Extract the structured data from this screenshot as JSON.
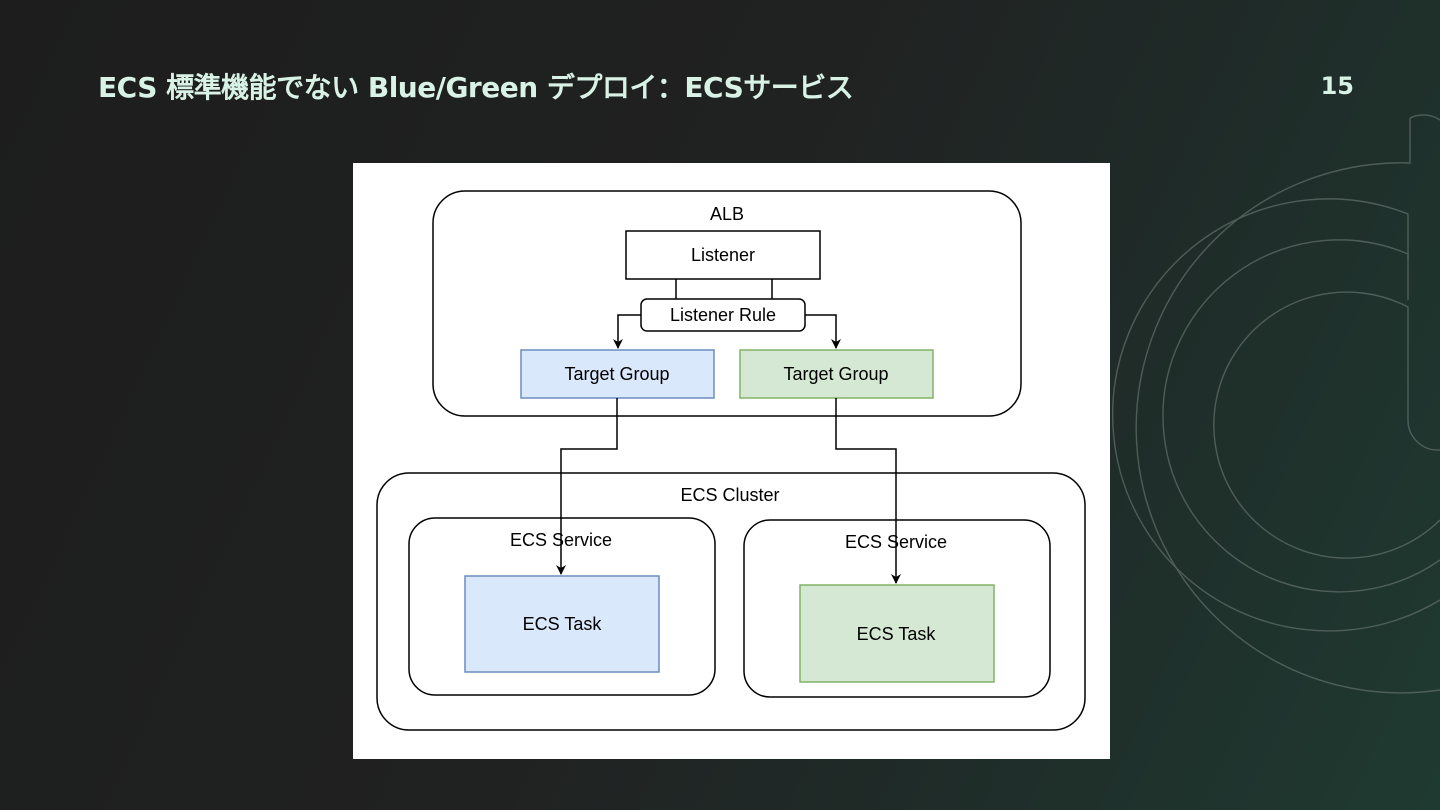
{
  "slide": {
    "title": "ECS 標準機能でない Blue/Green デプロイ：ECSサービス",
    "page_number": "15"
  },
  "diagram": {
    "alb": {
      "label": "ALB",
      "listener": "Listener",
      "listener_rule": "Listener Rule",
      "target_group_blue": "Target Group",
      "target_group_green": "Target Group"
    },
    "cluster": {
      "label": "ECS Cluster",
      "service_blue": {
        "label": "ECS Service",
        "task": "ECS Task"
      },
      "service_green": {
        "label": "ECS Service",
        "task": "ECS Task"
      }
    },
    "colors": {
      "blue_fill": "#dae8fc",
      "blue_stroke": "#6c8ebf",
      "green_fill": "#d5e8d4",
      "green_stroke": "#82b366",
      "title_text": "#d9f2e6"
    }
  }
}
